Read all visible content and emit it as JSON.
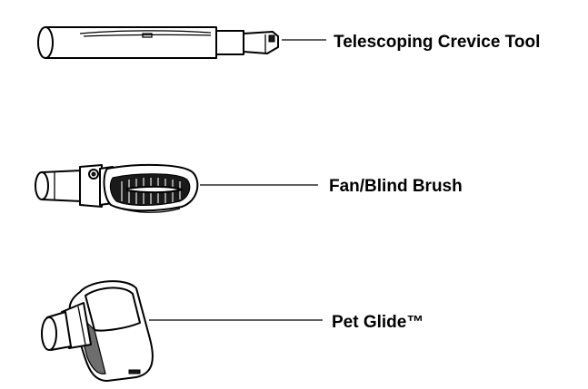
{
  "parts": [
    {
      "id": "crevice",
      "label": "Telescoping Crevice Tool",
      "icon": "crevice-tool-icon"
    },
    {
      "id": "fan-blind",
      "label": "Fan/Blind Brush",
      "icon": "fan-blind-brush-icon"
    },
    {
      "id": "pet-glide",
      "label": "Pet Glide™",
      "icon": "pet-glide-icon"
    }
  ]
}
